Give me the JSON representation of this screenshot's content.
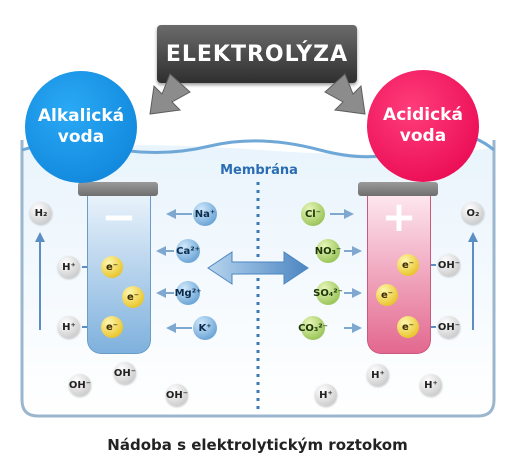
{
  "title": "ELEKTROLÝZA",
  "left_label": "Alkalická voda",
  "right_label": "Acidická voda",
  "membrane_label": "Membrána",
  "caption": "Nádoba s elektrolytickým roztokom",
  "negative_sign": "−",
  "positive_sign": "+",
  "electron": "e⁻",
  "cations": [
    "Na⁺",
    "Ca²⁺",
    "Mg²⁺",
    "K⁺"
  ],
  "anions": [
    "Cl⁻",
    "NO₃⁻",
    "SO₄²⁻",
    "CO₃²⁻"
  ],
  "left_gas": "H₂",
  "right_gas": "O₂",
  "h_plus": "H⁺",
  "oh_minus": "OH⁻",
  "colors": {
    "alkaline": "#0b7fd6",
    "acidic": "#e5004d",
    "membrane": "#2a6db3"
  }
}
